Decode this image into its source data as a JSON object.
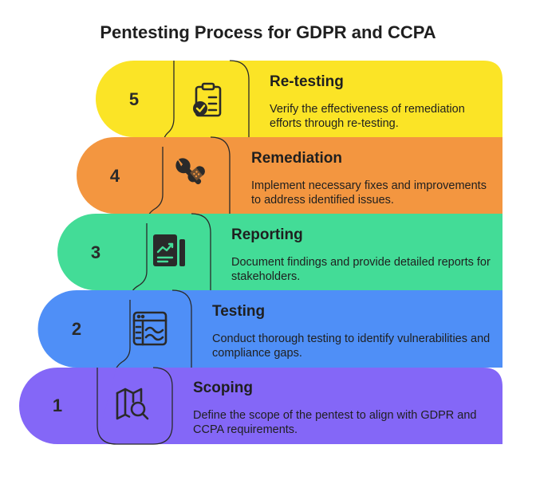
{
  "title": "Pentesting Process for GDPR and CCPA",
  "steps": [
    {
      "number": "5",
      "heading": "Re-testing",
      "description": "Verify the effectiveness of remediation efforts through re-testing.",
      "icon": "clipboard-check-icon",
      "color": "#FBE426"
    },
    {
      "number": "4",
      "heading": "Remediation",
      "description": "Implement necessary fixes and improvements to address identified issues.",
      "icon": "wrench-bandage-icon",
      "color": "#F39640"
    },
    {
      "number": "3",
      "heading": "Reporting",
      "description": "Document findings and provide detailed reports for stakeholders.",
      "icon": "report-chart-icon",
      "color": "#43DC97"
    },
    {
      "number": "2",
      "heading": "Testing",
      "description": "Conduct thorough testing to identify vulnerabilities and compliance gaps.",
      "icon": "browser-window-icon",
      "color": "#4F8FF7"
    },
    {
      "number": "1",
      "heading": "Scoping",
      "description": "Define the scope of the pentest to align with GDPR and CCPA requirements.",
      "icon": "map-search-icon",
      "color": "#8467F7"
    }
  ]
}
